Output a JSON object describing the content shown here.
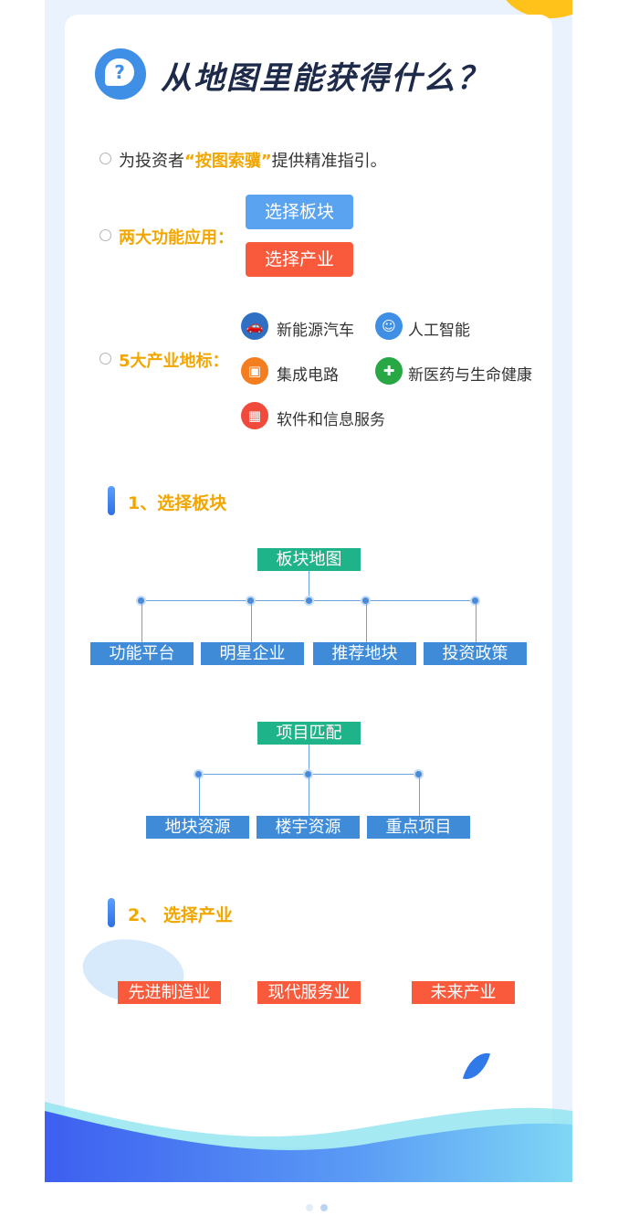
{
  "title": "从地图里能获得什么？",
  "title_icon": "question-bubble-icon",
  "line1": {
    "prefix": "为投资者",
    "highlight": "“按图索骥”",
    "suffix": "提供精准指引。"
  },
  "line2": {
    "label": "两大功能应用：",
    "buttons": [
      "选择板块",
      "选择产业"
    ]
  },
  "line3": {
    "label": "5大产业地标："
  },
  "industries": [
    {
      "icon": "car-icon",
      "label": "新能源汽车",
      "color": "#2f6fc4"
    },
    {
      "icon": "ai-head-icon",
      "label": "人工智能",
      "color": "#3f8fe6"
    },
    {
      "icon": "chip-icon",
      "label": "集成电路",
      "color": "#f47d1e"
    },
    {
      "icon": "medkit-icon",
      "label": "新医药与生命健康",
      "color": "#28a745"
    },
    {
      "icon": "software-icon",
      "label": "软件和信息服务",
      "color": "#f04a3c"
    }
  ],
  "section1": {
    "title": "1、选择板块",
    "tree1": {
      "root": "板块地图",
      "children": [
        "功能平台",
        "明星企业",
        "推荐地块",
        "投资政策"
      ]
    },
    "tree2": {
      "root": "项目匹配",
      "children": [
        "地块资源",
        "楼宇资源",
        "重点项目"
      ]
    }
  },
  "section2": {
    "title": "2、 选择产业",
    "tags": [
      "先进制造业",
      "现代服务业",
      "未来产业"
    ]
  }
}
